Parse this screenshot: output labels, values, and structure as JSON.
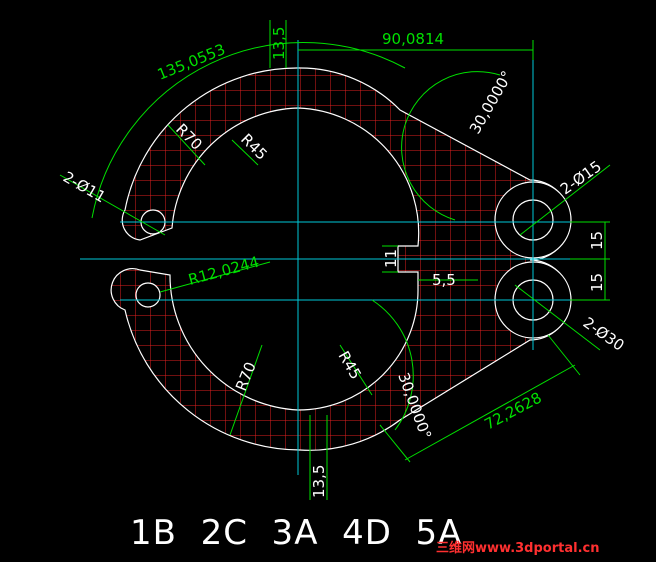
{
  "colors": {
    "background": "#000000",
    "outline": "#ffffff",
    "hatch": "#e02020",
    "dimension": "#00e000",
    "centerline": "#00c8d8",
    "answers": "#ffffff",
    "watermark": "#ff3030"
  },
  "dimensions": {
    "top_radial_gap": "13,5",
    "bottom_radial_gap": "13,5",
    "arc_length": "135,0553",
    "horizontal_span": "90,0814",
    "angle_upper": "30,0000°",
    "angle_lower": "30,0000°",
    "hole_small": "2-Ø11",
    "hole_mid": "2-Ø15",
    "hole_large": "2-Ø30",
    "outer_radius_upper": "R70",
    "inner_radius_upper": "R45",
    "outer_radius_lower": "R70",
    "inner_radius_lower": "R45",
    "tip_radius": "R12,0244",
    "slot_height": "11",
    "slot_width": "5,5",
    "pitch_upper": "15",
    "pitch_lower": "15",
    "tangent_length": "72,2628"
  },
  "answers": "1B  2C  3A  4D  5A",
  "watermark": "三维网www.3dportal.cn"
}
